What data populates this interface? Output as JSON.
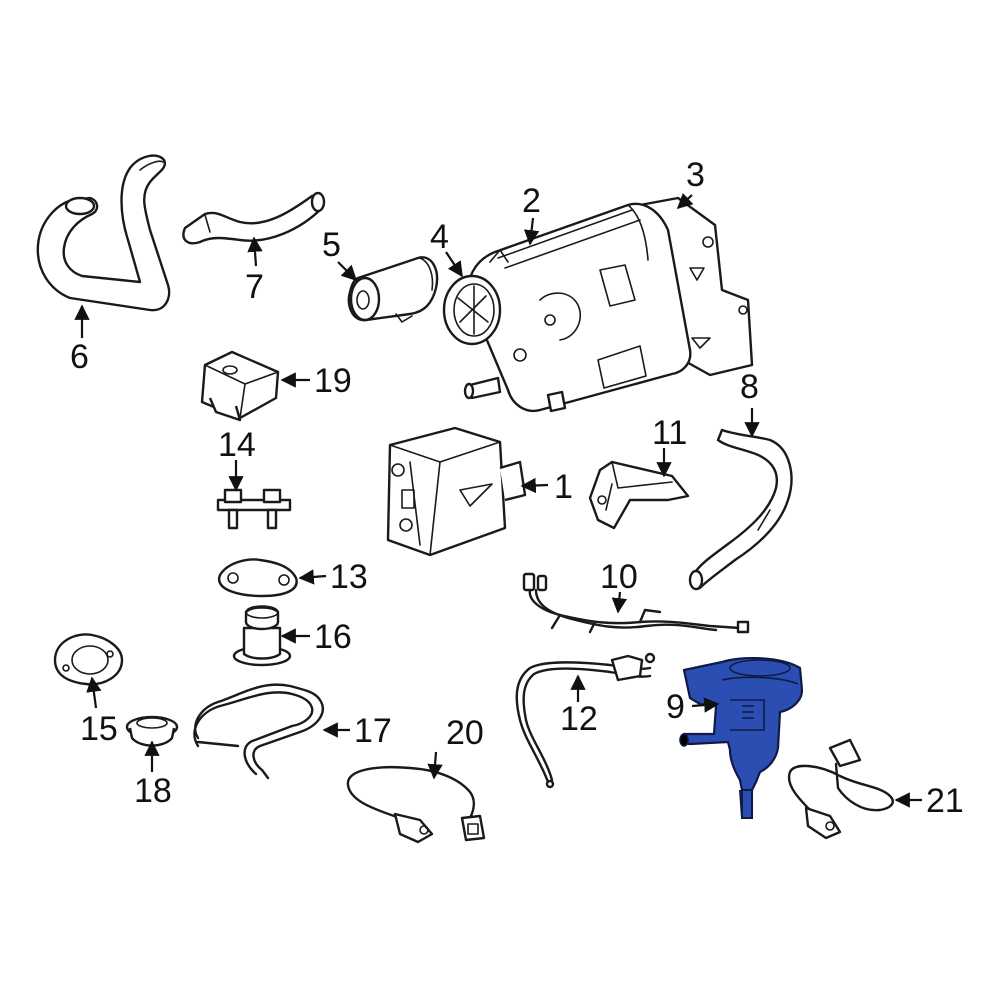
{
  "diagram": {
    "highlight_color": "#2b4eb3",
    "callouts": [
      {
        "id": "1",
        "label": "1",
        "part": "canister-bracket"
      },
      {
        "id": "2",
        "label": "2",
        "part": "vapor-canister"
      },
      {
        "id": "3",
        "label": "3",
        "part": "canister-mount-plate"
      },
      {
        "id": "4",
        "label": "4",
        "part": "canister-filter"
      },
      {
        "id": "5",
        "label": "5",
        "part": "vent-filter"
      },
      {
        "id": "6",
        "label": "6",
        "part": "vent-hose-large"
      },
      {
        "id": "7",
        "label": "7",
        "part": "vent-hose-short"
      },
      {
        "id": "8",
        "label": "8",
        "part": "purge-hose"
      },
      {
        "id": "9",
        "label": "9",
        "part": "purge-valve"
      },
      {
        "id": "10",
        "label": "10",
        "part": "wiring-harness"
      },
      {
        "id": "11",
        "label": "11",
        "part": "mount-bracket"
      },
      {
        "id": "12",
        "label": "12",
        "part": "vapor-line"
      },
      {
        "id": "13",
        "label": "13",
        "part": "gasket"
      },
      {
        "id": "14",
        "label": "14",
        "part": "studs"
      },
      {
        "id": "15",
        "label": "15",
        "part": "flange-gasket"
      },
      {
        "id": "16",
        "label": "16",
        "part": "grommet-tall"
      },
      {
        "id": "17",
        "label": "17",
        "part": "tube-bent"
      },
      {
        "id": "18",
        "label": "18",
        "part": "grommet-ring"
      },
      {
        "id": "19",
        "label": "19",
        "part": "pump-module"
      },
      {
        "id": "20",
        "label": "20",
        "part": "oxygen-sensor-a"
      },
      {
        "id": "21",
        "label": "21",
        "part": "oxygen-sensor-b"
      }
    ]
  }
}
